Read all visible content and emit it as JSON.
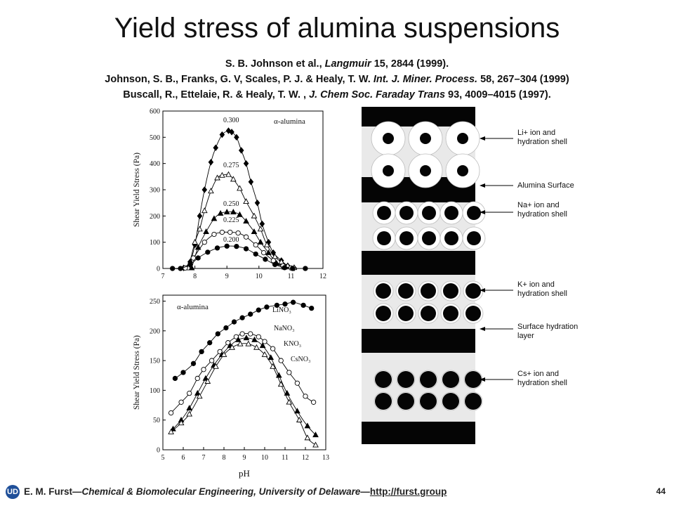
{
  "slide": {
    "title": "Yield stress of alumina suspensions",
    "refs": [
      {
        "pre": "S. B. Johnson et al., ",
        "journal": "Langmuir",
        "post": " 15, 2844 (1999)."
      },
      {
        "pre": "Johnson, S. B., Franks, G. V, Scales, P. J. & Healy, T. W. ",
        "journal": "Int. J. Miner. Process.",
        "post": " 58, 267–304 (1999)"
      },
      {
        "pre": "Buscall, R., Ettelaie, R. & Healy, T. W. , ",
        "journal": "J. Chem Soc. Faraday Trans",
        "post": " 93, 4009–4015 (1997)."
      }
    ],
    "footer": {
      "author": "E. M. Furst",
      "dash1": "—",
      "dept": "Chemical & Biomolecular Engineering, University of Delaware",
      "dash2": "—",
      "link": "http://furst.group",
      "page": "44"
    }
  },
  "schematic": {
    "labels": {
      "li": [
        "Li+ ion and",
        "hydration shell"
      ],
      "surface": [
        "Alumina Surface"
      ],
      "na": [
        "Na+ ion and",
        "hydration shell"
      ],
      "k": [
        "K+ ion and",
        "hydration shell"
      ],
      "hydration": [
        "Surface hydration",
        "layer"
      ],
      "cs": [
        "Cs+ ion and",
        "hydration shell"
      ]
    }
  },
  "chart_data": [
    {
      "type": "line",
      "ylabel": "Shear Yield Stress (Pa)",
      "annotation": "α-alumina",
      "xlim": [
        7,
        12
      ],
      "ylim": [
        0,
        600
      ],
      "xticks": [
        7,
        8,
        9,
        10,
        11,
        12
      ],
      "yticks": [
        0,
        100,
        200,
        300,
        400,
        500,
        600
      ],
      "series": [
        {
          "name": "0.300",
          "marker": "diamond-filled",
          "points": [
            [
              7.65,
              2
            ],
            [
              7.85,
              25
            ],
            [
              8.0,
              90
            ],
            [
              8.15,
              200
            ],
            [
              8.3,
              300
            ],
            [
              8.5,
              405
            ],
            [
              8.65,
              460
            ],
            [
              8.85,
              510
            ],
            [
              9.05,
              525
            ],
            [
              9.15,
              520
            ],
            [
              9.3,
              500
            ],
            [
              9.45,
              450
            ],
            [
              9.6,
              400
            ],
            [
              9.75,
              330
            ],
            [
              9.95,
              250
            ],
            [
              10.1,
              170
            ],
            [
              10.3,
              100
            ],
            [
              10.45,
              60
            ],
            [
              10.7,
              30
            ],
            [
              10.9,
              10
            ],
            [
              11.1,
              2
            ]
          ]
        },
        {
          "name": "0.275",
          "marker": "triangle-open",
          "points": [
            [
              7.8,
              2
            ],
            [
              8.0,
              100
            ],
            [
              8.15,
              150
            ],
            [
              8.3,
              220
            ],
            [
              8.5,
              295
            ],
            [
              8.7,
              345
            ],
            [
              8.85,
              355
            ],
            [
              9.05,
              358
            ],
            [
              9.2,
              340
            ],
            [
              9.4,
              305
            ],
            [
              9.6,
              255
            ],
            [
              9.85,
              200
            ],
            [
              10.05,
              150
            ],
            [
              10.25,
              90
            ],
            [
              10.5,
              45
            ],
            [
              10.7,
              25
            ],
            [
              10.9,
              10
            ],
            [
              11.1,
              3
            ]
          ]
        },
        {
          "name": "0.250",
          "marker": "triangle-filled",
          "points": [
            [
              7.9,
              2
            ],
            [
              8.1,
              80
            ],
            [
              8.35,
              140
            ],
            [
              8.6,
              190
            ],
            [
              8.8,
              210
            ],
            [
              9.0,
              215
            ],
            [
              9.2,
              215
            ],
            [
              9.4,
              205
            ],
            [
              9.6,
              180
            ],
            [
              9.85,
              140
            ],
            [
              10.05,
              100
            ],
            [
              10.3,
              60
            ],
            [
              10.55,
              20
            ],
            [
              10.8,
              5
            ]
          ]
        },
        {
          "name": "0.225",
          "marker": "circle-open",
          "points": [
            [
              7.7,
              2
            ],
            [
              7.95,
              40
            ],
            [
              8.3,
              100
            ],
            [
              8.6,
              130
            ],
            [
              8.85,
              138
            ],
            [
              9.1,
              138
            ],
            [
              9.35,
              135
            ],
            [
              9.6,
              120
            ],
            [
              9.9,
              90
            ],
            [
              10.15,
              60
            ],
            [
              10.45,
              30
            ],
            [
              10.75,
              10
            ],
            [
              11.0,
              2
            ]
          ]
        },
        {
          "name": "0.200",
          "marker": "circle-filled",
          "points": [
            [
              7.3,
              0
            ],
            [
              7.55,
              0
            ],
            [
              7.85,
              15
            ],
            [
              8.1,
              40
            ],
            [
              8.4,
              62
            ],
            [
              8.7,
              78
            ],
            [
              9.0,
              85
            ],
            [
              9.3,
              84
            ],
            [
              9.6,
              75
            ],
            [
              9.9,
              55
            ],
            [
              10.2,
              35
            ],
            [
              10.5,
              15
            ],
            [
              10.8,
              3
            ],
            [
              11.05,
              0
            ],
            [
              11.45,
              0
            ]
          ]
        }
      ]
    },
    {
      "type": "line",
      "xlabel": "pH",
      "ylabel": "Shear Yield Stress (Pa)",
      "annotation": "α-alumina",
      "xlim": [
        5,
        13
      ],
      "ylim": [
        0,
        260
      ],
      "xticks": [
        5,
        6,
        7,
        8,
        9,
        10,
        11,
        12,
        13
      ],
      "yticks": [
        0,
        50,
        100,
        150,
        200,
        250
      ],
      "series": [
        {
          "name": "LiNO₃",
          "marker": "circle-filled",
          "points": [
            [
              5.6,
              120
            ],
            [
              6.0,
              130
            ],
            [
              6.5,
              145
            ],
            [
              6.9,
              165
            ],
            [
              7.3,
              180
            ],
            [
              7.7,
              195
            ],
            [
              8.1,
              205
            ],
            [
              8.5,
              215
            ],
            [
              8.9,
              222
            ],
            [
              9.3,
              228
            ],
            [
              9.7,
              235
            ],
            [
              10.1,
              240
            ],
            [
              10.6,
              243
            ],
            [
              11.0,
              245
            ],
            [
              11.4,
              248
            ],
            [
              11.9,
              243
            ],
            [
              12.3,
              238
            ]
          ]
        },
        {
          "name": "NaNO₃",
          "marker": "circle-open",
          "points": [
            [
              5.4,
              62
            ],
            [
              5.9,
              80
            ],
            [
              6.3,
              95
            ],
            [
              6.7,
              120
            ],
            [
              7.0,
              135
            ],
            [
              7.4,
              150
            ],
            [
              7.8,
              165
            ],
            [
              8.2,
              180
            ],
            [
              8.6,
              190
            ],
            [
              8.9,
              195
            ],
            [
              9.3,
              195
            ],
            [
              9.7,
              190
            ],
            [
              10.0,
              182
            ],
            [
              10.4,
              170
            ],
            [
              10.8,
              150
            ],
            [
              11.2,
              130
            ],
            [
              11.6,
              112
            ],
            [
              12.0,
              90
            ],
            [
              12.4,
              80
            ]
          ]
        },
        {
          "name": "KNO₃",
          "marker": "triangle-filled",
          "points": [
            [
              5.5,
              35
            ],
            [
              5.9,
              50
            ],
            [
              6.3,
              70
            ],
            [
              6.7,
              95
            ],
            [
              7.1,
              120
            ],
            [
              7.5,
              142
            ],
            [
              7.9,
              160
            ],
            [
              8.3,
              175
            ],
            [
              8.7,
              185
            ],
            [
              9.1,
              188
            ],
            [
              9.5,
              185
            ],
            [
              9.9,
              175
            ],
            [
              10.3,
              155
            ],
            [
              10.7,
              125
            ],
            [
              11.1,
              95
            ],
            [
              11.6,
              65
            ],
            [
              12.1,
              40
            ],
            [
              12.5,
              25
            ]
          ]
        },
        {
          "name": "CsNO₃",
          "marker": "triangle-open",
          "points": [
            [
              5.4,
              30
            ],
            [
              5.9,
              45
            ],
            [
              6.3,
              60
            ],
            [
              6.8,
              90
            ],
            [
              7.2,
              115
            ],
            [
              7.6,
              140
            ],
            [
              8.0,
              160
            ],
            [
              8.4,
              172
            ],
            [
              8.8,
              178
            ],
            [
              9.2,
              178
            ],
            [
              9.6,
              172
            ],
            [
              10.0,
              160
            ],
            [
              10.4,
              140
            ],
            [
              10.8,
              110
            ],
            [
              11.2,
              80
            ],
            [
              11.7,
              50
            ],
            [
              12.1,
              20
            ],
            [
              12.5,
              8
            ]
          ]
        }
      ]
    }
  ]
}
